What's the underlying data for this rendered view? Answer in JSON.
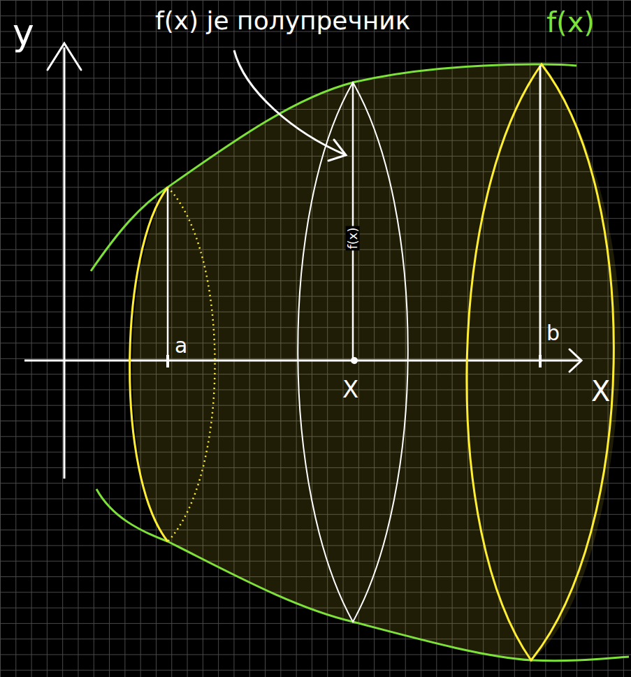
{
  "diagram": {
    "labels": [
      "y",
      "f(x) je полупречник",
      "f(x)",
      "f(x)",
      "a",
      "X",
      "b",
      "X"
    ]
  }
}
